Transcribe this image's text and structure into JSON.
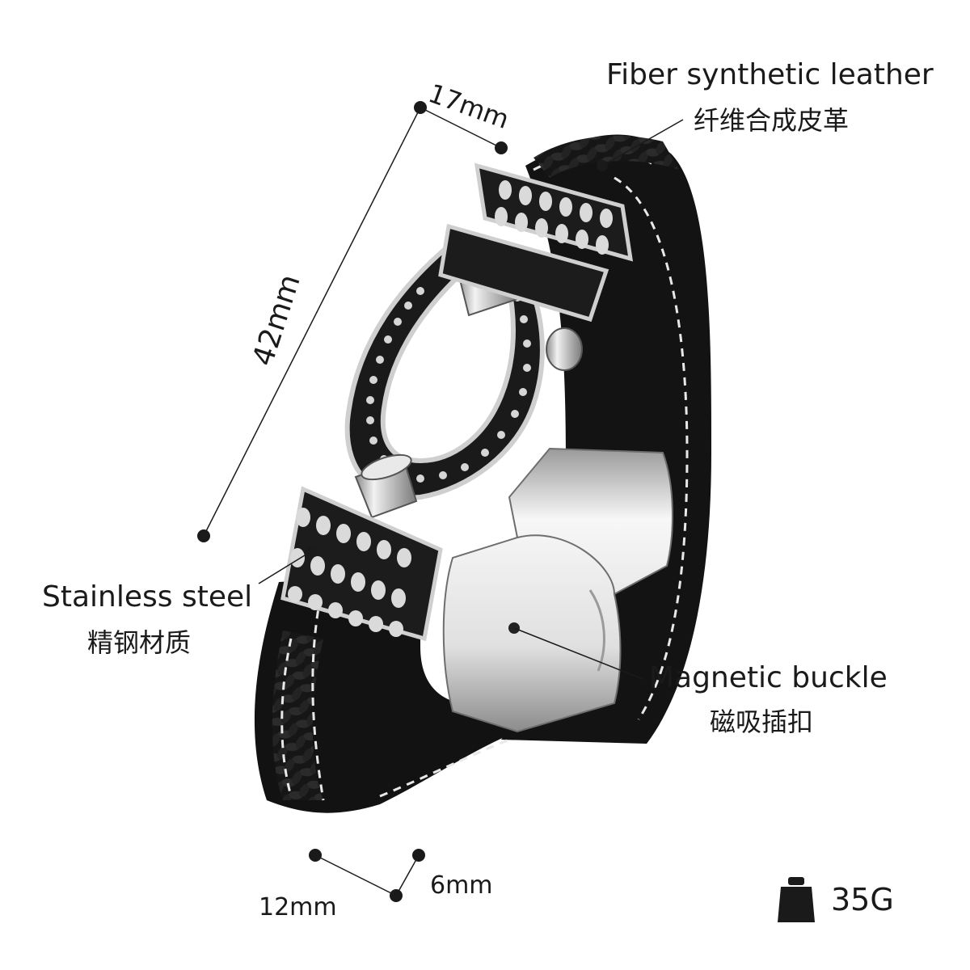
{
  "labels": {
    "fiber": {
      "en": "Fiber synthetic leather",
      "cn": "纤维合成皮革"
    },
    "steel": {
      "en": "Stainless steel",
      "cn": "精钢材质"
    },
    "buckle": {
      "en": "Magnetic buckle",
      "cn": "磁吸插扣"
    }
  },
  "dimensions": {
    "width_top": "17mm",
    "length": "42mm",
    "band_width": "12mm",
    "thickness": "6mm"
  },
  "weight": {
    "value": "35G",
    "icon": "weight-icon"
  },
  "colors": {
    "leather": "#141414",
    "stitch": "#e8e8e8",
    "steel": "#d9d9d9",
    "text": "#1a1a1a"
  }
}
